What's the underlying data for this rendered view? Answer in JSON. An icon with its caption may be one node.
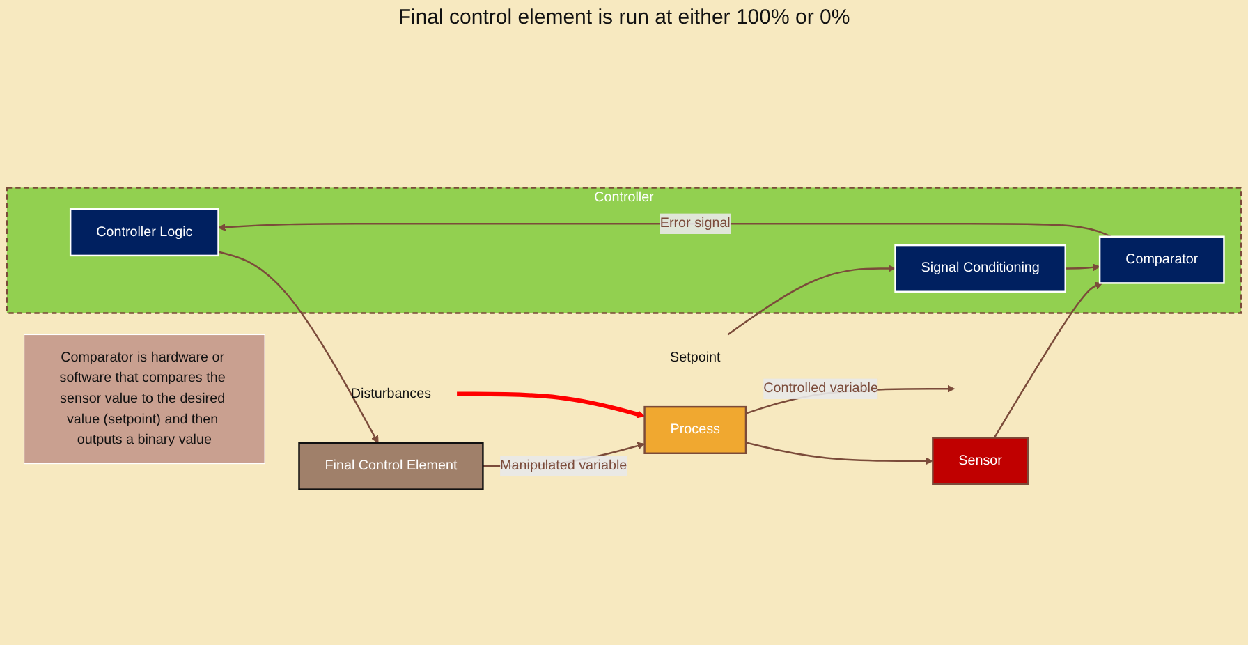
{
  "diagram": {
    "nodes": [
      {
        "text": [
          "Controller"
        ]
      },
      {
        "text": [
          "Final Control Element"
        ]
      },
      {
        "text": [
          "Process"
        ]
      },
      {
        "text": [
          "Sensor"
        ]
      },
      {
        "text": [
          "Controller Logic"
        ],
        "in": 0
      },
      {
        "text": [
          "Comparator"
        ],
        "in": 0
      },
      {
        "text": [
          "Signal Conditioning"
        ],
        "in": 0
      },
      {
        "text": [
          "Disturbances"
        ]
      },
      {
        "text": [
          "Setpoint"
        ]
      },
      {
        "text": [
          "Comparator is hardware or software that compares the sensor value to the desired value (setpoint) and then outputs a binary value"
        ]
      }
    ],
    "edges": [
      {
        "from": 4,
        "to": 1,
        "arrow": "to"
      },
      {
        "from": 1,
        "to": 2,
        "arrow": "to",
        "label": "Manipulated variable"
      },
      {
        "from": 7,
        "to": 2,
        "arrow": "to",
        "style": "thick",
        "color": "#ff0000"
      },
      {
        "from": 2,
        "to": null,
        "arrow": "to",
        "label": "Controlled variable"
      },
      {
        "from": 2,
        "to": 3,
        "arrow": "to"
      },
      {
        "from": 3,
        "to": 5,
        "arrow": "to"
      },
      {
        "from": 5,
        "to": 4,
        "arrow": "to",
        "label": "Error signal"
      },
      {
        "from": 6,
        "to": 5,
        "arrow": "to"
      },
      {
        "from": 8,
        "to": 6,
        "arrow": "to"
      }
    ],
    "labels": [
      "Final control element is run at either 100% or 0%"
    ]
  }
}
